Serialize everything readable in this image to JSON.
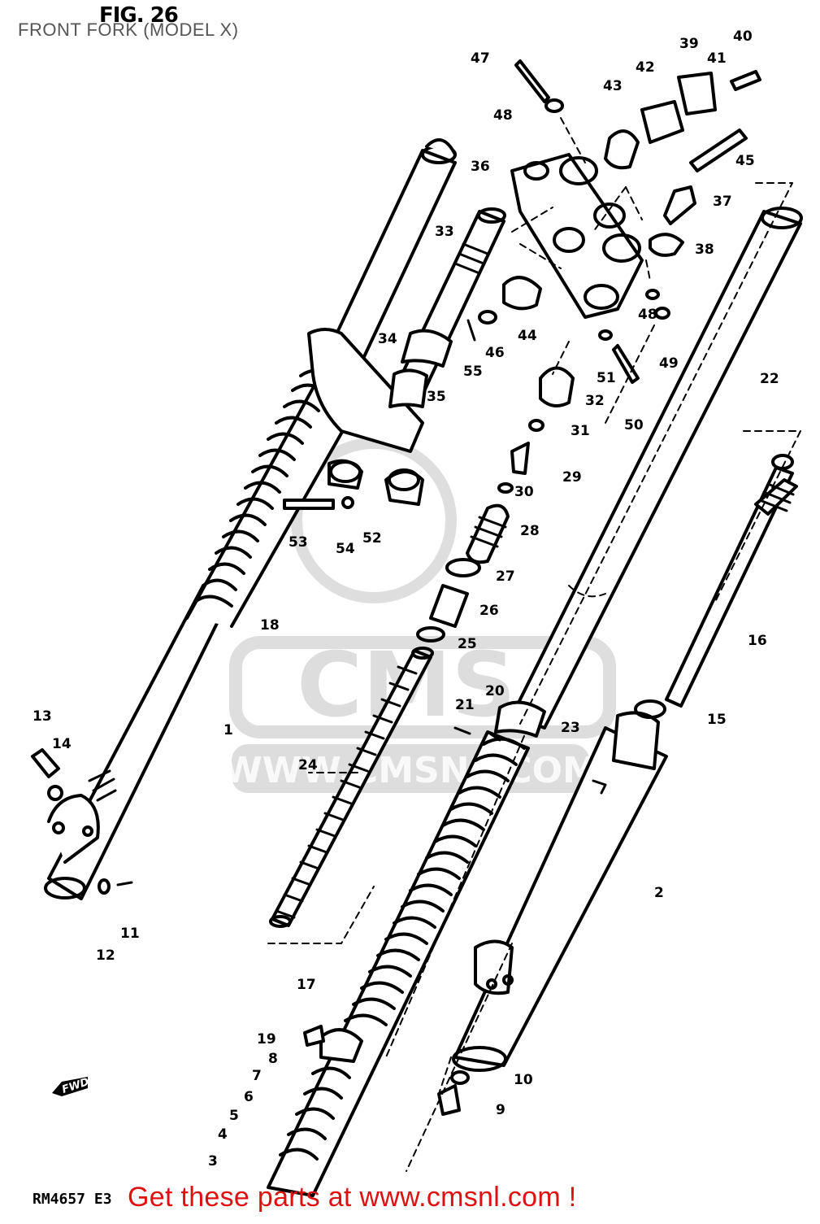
{
  "figure": {
    "title": "FIG. 26",
    "subtitle": "FRONT FORK (MODEL X)",
    "drawing_code": "RM4657 E3",
    "direction_mark": "FWD"
  },
  "promo": {
    "text": "Get these parts at www.cmsnl.com !",
    "color": "#dd1111"
  },
  "watermark": {
    "logo_text": "CMS",
    "url_text": "WWW.CMSNL.COM"
  },
  "callouts": [
    "1",
    "2",
    "3",
    "4",
    "5",
    "6",
    "7",
    "8",
    "9",
    "10",
    "11",
    "12",
    "13",
    "14",
    "15",
    "16",
    "17",
    "18",
    "19",
    "20",
    "21",
    "22",
    "23",
    "24",
    "25",
    "26",
    "27",
    "28",
    "29",
    "30",
    "31",
    "32",
    "33",
    "34",
    "35",
    "36",
    "37",
    "38",
    "39",
    "40",
    "41",
    "42",
    "43",
    "44",
    "45",
    "46",
    "47",
    "48",
    "48",
    "49",
    "50",
    "51",
    "52",
    "53",
    "54",
    "55"
  ]
}
